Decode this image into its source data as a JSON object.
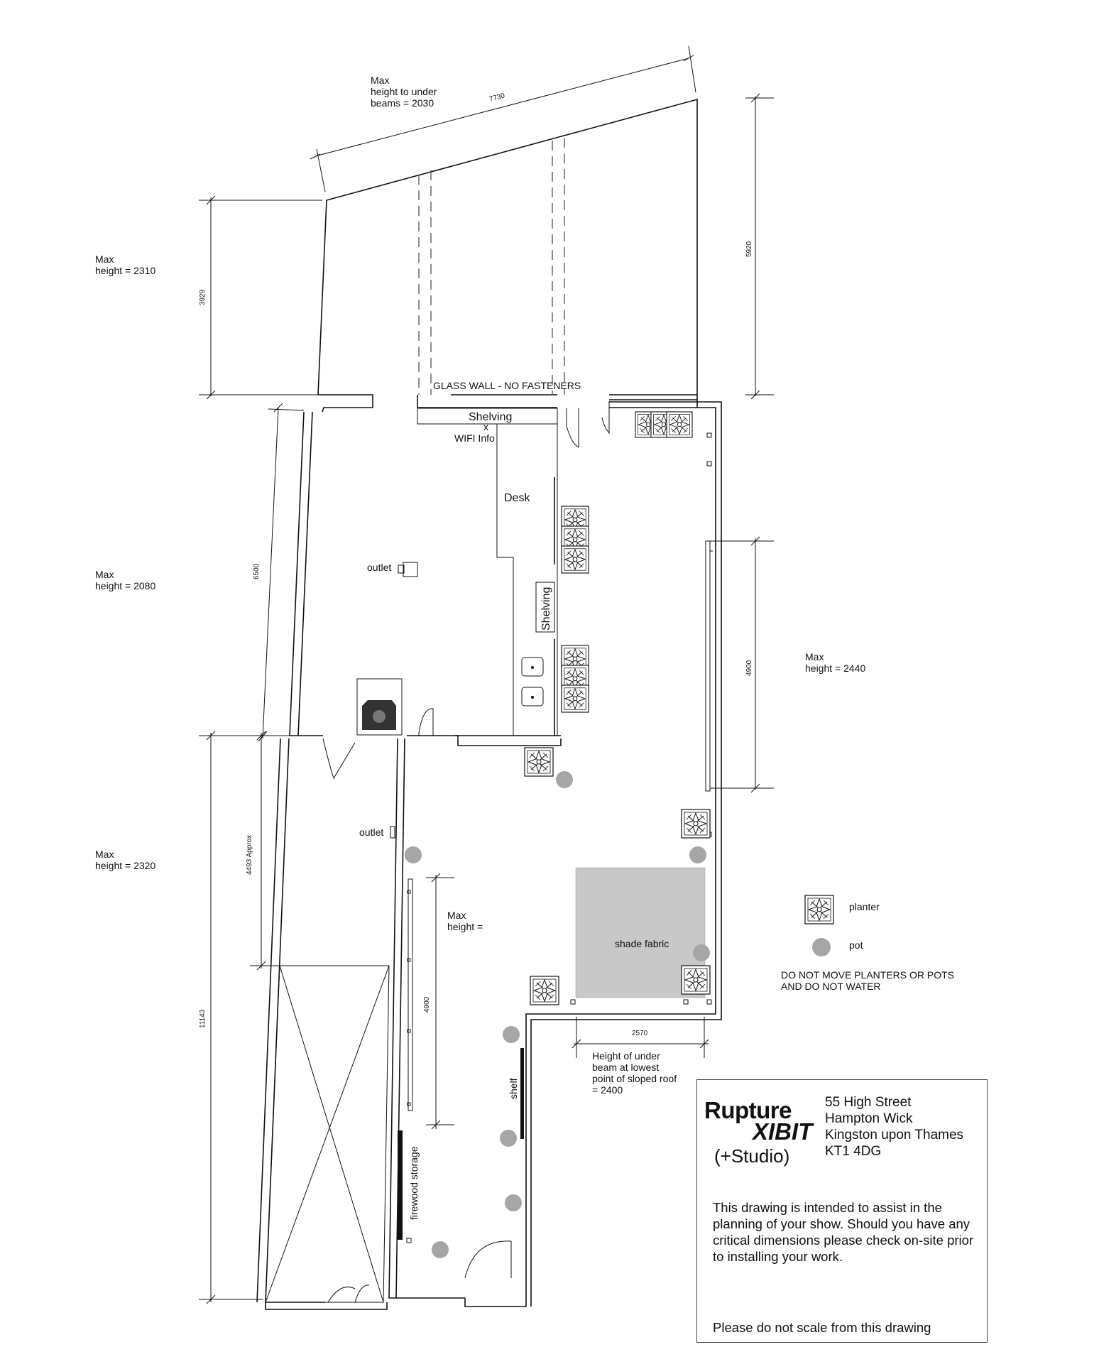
{
  "diagram": {
    "height_notes": [
      {
        "line1": "Max",
        "line2": "height to under",
        "line3": "beams = 2030"
      },
      {
        "line1": "Max",
        "line2": "height = 2310"
      },
      {
        "line1": "Max",
        "line2": "height = 2080"
      },
      {
        "line1": "Max",
        "line2": "height = 2320"
      },
      {
        "line1": "Max",
        "line2": "height = 2440"
      },
      {
        "line1": "Max",
        "line2": "height ="
      }
    ],
    "beam_note": {
      "line1": "Height of under",
      "line2": "beam at lowest",
      "line3": "point of sloped roof",
      "line4": "= 2400"
    },
    "dimensions": {
      "top": "7730",
      "right_upper": "5920",
      "left_upper": "3929",
      "left_mid": "6500",
      "right_mid": "4900",
      "left_lower_approx": "4493 Approx",
      "left_overall": "11143",
      "inner_lower": "4900",
      "bottom_span": "2570"
    },
    "labels": {
      "glass_wall": "GLASS WALL - NO FASTENERS",
      "shelving_top": "Shelving",
      "wifi": "WIFI Info",
      "desk": "Desk",
      "outlet_upper": "outlet",
      "shelving_side": "Shelving",
      "outlet_lower": "outlet",
      "shade_fabric": "shade fabric",
      "shelf": "shelf",
      "firewood": "firewood storage"
    },
    "legend": {
      "planter": "planter",
      "pot": "pot",
      "warning_line1": "DO NOT MOVE PLANTERS OR POTS",
      "warning_line2": "AND DO NOT WATER"
    },
    "colors": {
      "wall": "#111111",
      "pot": "#a6a6a6",
      "shade": "#c8c8c8",
      "stove": "#333333"
    }
  },
  "title_block": {
    "logo_line1": "Rupture",
    "logo_line2": "XIBIT",
    "logo_line3": "(+Studio)",
    "address": [
      "55 High Street",
      "Hampton Wick",
      "Kingston upon Thames",
      "KT1 4DG"
    ],
    "disclaimer": "This drawing is intended to assist in the planning of your show. Should you have any critical dimensions please check on-site prior to installing your work.",
    "no_scale": "Please do not scale from this drawing"
  }
}
